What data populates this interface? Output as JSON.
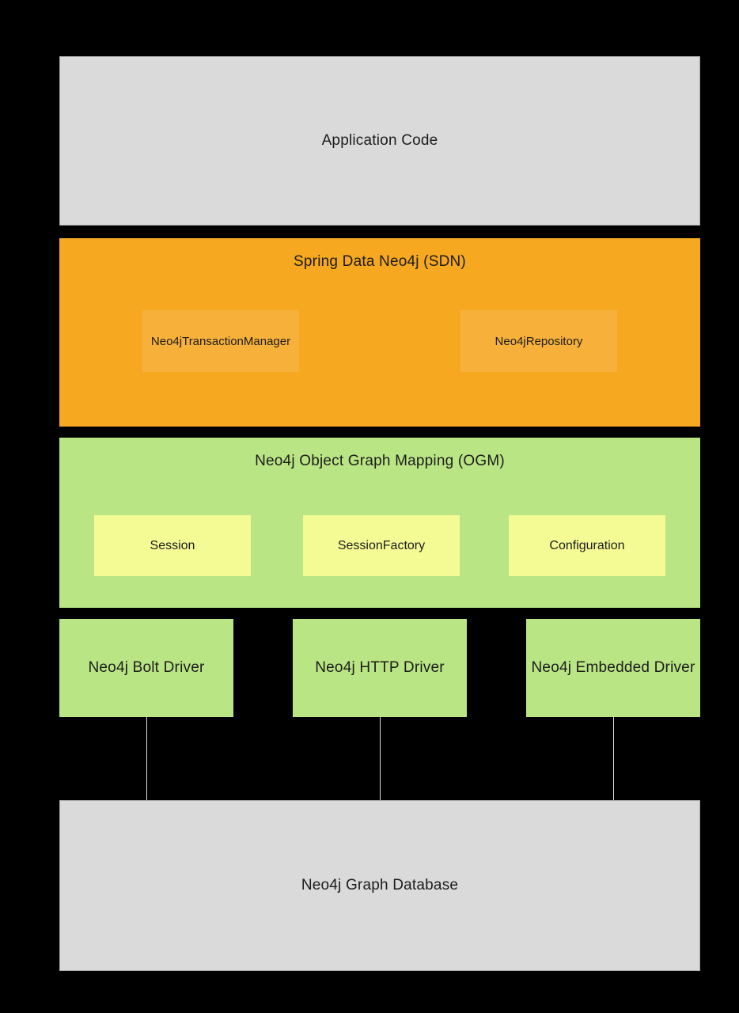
{
  "colors": {
    "background": "#000000",
    "gray_box": "#dadada",
    "gray_box_border": "#a6a6a6",
    "orange_layer": "#f6a821",
    "orange_component": "#f7b13b",
    "green_layer": "#bae584",
    "yellow_component": "#f4fa94",
    "text": "#1c1c1c",
    "connector_line": "#dcdcdc"
  },
  "layers": {
    "application": {
      "label": "Application Code"
    },
    "sdn": {
      "title": "Spring Data Neo4j (SDN)",
      "components": [
        {
          "label": "Neo4jTransactionManager"
        },
        {
          "label": "Neo4jRepository"
        }
      ]
    },
    "ogm": {
      "title": "Neo4j Object Graph Mapping (OGM)",
      "components": [
        {
          "label": "Session"
        },
        {
          "label": "SessionFactory"
        },
        {
          "label": "Configuration"
        }
      ]
    },
    "drivers": [
      {
        "label": "Neo4j Bolt Driver"
      },
      {
        "label": "Neo4j HTTP Driver"
      },
      {
        "label": "Neo4j Embedded Driver"
      }
    ],
    "database": {
      "label": "Neo4j Graph Database"
    }
  }
}
